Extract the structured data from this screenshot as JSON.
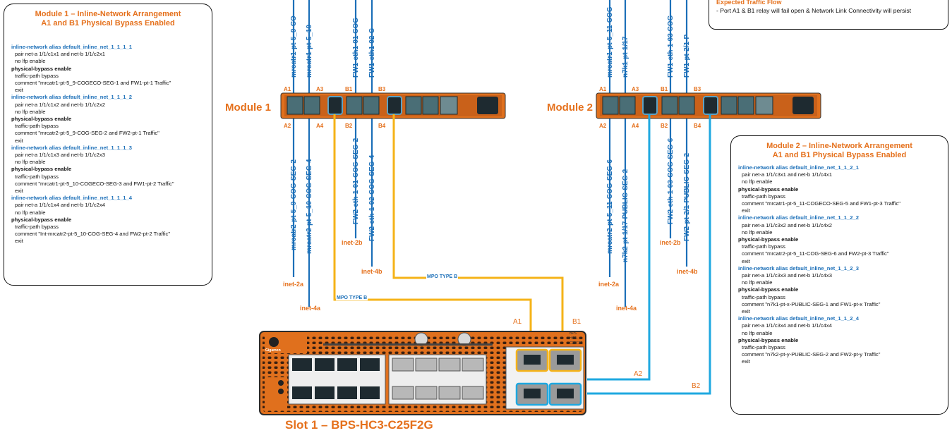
{
  "module1_box": {
    "title_line1": "Module 1 – Inline-Network Arrangement",
    "title_line2": "A1 and B1 Physical Bypass Enabled",
    "blocks": [
      {
        "alias": "inline-network alias default_inline_net_1_1_1_1",
        "pair": "pair net-a 1/1/c1x1 and net-b 1/1/c2x1",
        "lfp": "no lfp enable",
        "bypass": "physical-bypass enable",
        "traffic": "traffic-path bypass",
        "comment": "comment \"mrcatr1-pt-5_9-COGECO-SEG-1 and FW1-pt-1 Traffic\"",
        "exit": "exit"
      },
      {
        "alias": "inline-network alias default_inline_net_1_1_1_2",
        "pair": "pair net-a 1/1/c1x2 and net-b 1/1/c2x2",
        "lfp": "no lfp enable",
        "bypass": "physical-bypass enable",
        "traffic": "traffic-path bypass",
        "comment": "comment \"mrcatr2-pt-5_9-COG-SEG-2 and FW2-pt-1 Traffic\"",
        "exit": "exit"
      },
      {
        "alias": "inline-network alias default_inline_net_1_1_1_3",
        "pair": "pair net-a 1/1/c1x3 and net-b 1/1/c2x3",
        "lfp": "no lfp enable",
        "bypass": "physical-bypass enable",
        "traffic": "traffic-path bypass",
        "comment": "comment \"mrcatr1-pt-5_10-COGECO-SEG-3 and FW1-pt-2 Traffic\"",
        "exit": "exit"
      },
      {
        "alias": "inline-network alias default_inline_net_1_1_1_4",
        "pair": "pair net-a 1/1/c1x4 and net-b 1/1/c2x4",
        "lfp": "no lfp enable",
        "bypass": "physical-bypass enable",
        "traffic": "traffic-path bypass",
        "comment": "comment \"Int-mrcatr2-pt-5_10-COG-SEG-4 and FW2-pt-2 Traffic\"",
        "exit": "exit"
      }
    ]
  },
  "module2_box": {
    "title_line1": "Module 2 – Inline-Network Arrangement",
    "title_line2": "A1 and B1 Physical Bypass Enabled",
    "blocks": [
      {
        "alias": "inline-network alias default_inline_net_1_1_2_1",
        "pair": "pair net-a 1/1/c3x1 and net-b 1/1/c4x1",
        "lfp": "no lfp enable",
        "bypass": "physical-bypass enable",
        "traffic": "traffic-path bypass",
        "comment": "comment \"mrcatr1-pt-5_11-COGECO-SEG-5 and FW1-pt-3 Traffic\"",
        "exit": "exit"
      },
      {
        "alias": "inline-network alias default_inline_net_1_1_2_2",
        "pair": "pair net-a 1/1/c3x2 and net-b 1/1/c4x2",
        "lfp": "no lfp enable",
        "bypass": "physical-bypass enable",
        "traffic": "traffic-path bypass",
        "comment": "comment \"mrcatr2-pt-5_11-COG-SEG-6 and FW2-pt-3 Traffic\"",
        "exit": "exit"
      },
      {
        "alias": "inline-network alias default_inline_net_1_1_2_3",
        "pair": "pair net-a 1/1/c3x3 and net-b 1/1/c4x3",
        "lfp": "no lfp enable",
        "bypass": "physical-bypass enable",
        "traffic": "traffic-path bypass",
        "comment": "comment \"n7k1-pt-x-PUBLIC-SEG-1 and FW1-pt-x Traffic\"",
        "exit": "exit"
      },
      {
        "alias": "inline-network alias default_inline_net_1_1_2_4",
        "pair": "pair net-a 1/1/c3x4 and net-b 1/1/c4x4",
        "lfp": "no lfp enable",
        "bypass": "physical-bypass enable",
        "traffic": "traffic-path bypass",
        "comment": "comment \"n7k2-pt-y-PUBLIC-SEG-2 and FW2-pt-y Traffic\"",
        "exit": "exit"
      }
    ]
  },
  "traffic_box": {
    "title": "Expected Traffic Flow",
    "line": "-  Port A1 & B1 relay will fail open & Network Link Connectivity will persist"
  },
  "module1": {
    "label": "Module 1",
    "top_labels": [
      "mrcatr1-pt-5_9-CO",
      "mrcatr1-pt-5_10",
      "FW1-eth1-01 COG",
      "FW1-eth1-02-C"
    ],
    "bottom_labels": [
      "mrcatr2-pt-5_9-COG-SEG-2",
      "mrcatr2-pt-5_10-COG-SEG-4",
      "FW2-eth-1-01-COG-SEG-2",
      "FW2-eth-1-02-COG-SEG-4"
    ],
    "port_labels": {
      "a1": "A1",
      "a2": "A2",
      "a3": "A3",
      "a4": "A4",
      "b1": "B1",
      "b2": "B2",
      "b3": "B3",
      "b4": "B4"
    },
    "inet": {
      "2a": "inet-2a",
      "4a": "inet-4a",
      "2b": "inet-2b",
      "4b": "inet-4b"
    }
  },
  "module2": {
    "label": "Module 2",
    "top_labels": [
      "mrcatr1-pt-5_11-COG",
      "n7k1-pt-1/17-",
      "FW1-eth-1-03 COG",
      "FW1-pt-2/1-P"
    ],
    "bottom_labels": [
      "mrcatr2-pt-5_11-COG-SEG-6",
      "n7k2-pt-1/17-PUBLIC-SEG-2",
      "FW2-eth-1-03-COG-SEG-6",
      "FW2-pt-2/1-PUBLIC-SEG-2"
    ],
    "port_labels": {
      "a1": "A1",
      "a2": "A2",
      "a3": "A3",
      "a4": "A4",
      "b1": "B1",
      "b2": "B2",
      "b3": "B3",
      "b4": "B4"
    },
    "inet": {
      "2a": "inet-2a",
      "4a": "inet-4a",
      "2b": "inet-2b",
      "4b": "inet-4b"
    }
  },
  "cables": {
    "mpo1": "MPO TYPE B",
    "mpo2": "MPO TYPE B",
    "a1": "A1",
    "b1": "B1",
    "a2": "A2",
    "b2": "B2"
  },
  "chassis": {
    "slot_label": "Slot 1 – BPS-HC3-C25F2G",
    "brand": "Gigamon",
    "model_line1": "BPS",
    "model_line2": "HC3-",
    "model_line3": "C25F2G"
  },
  "colors": {
    "orange": "#e5711d",
    "blue": "#1b6fb8",
    "cable_yellow": "#f5b318",
    "cable_blue": "#1fa8e0",
    "chassis": "#e0701d"
  }
}
